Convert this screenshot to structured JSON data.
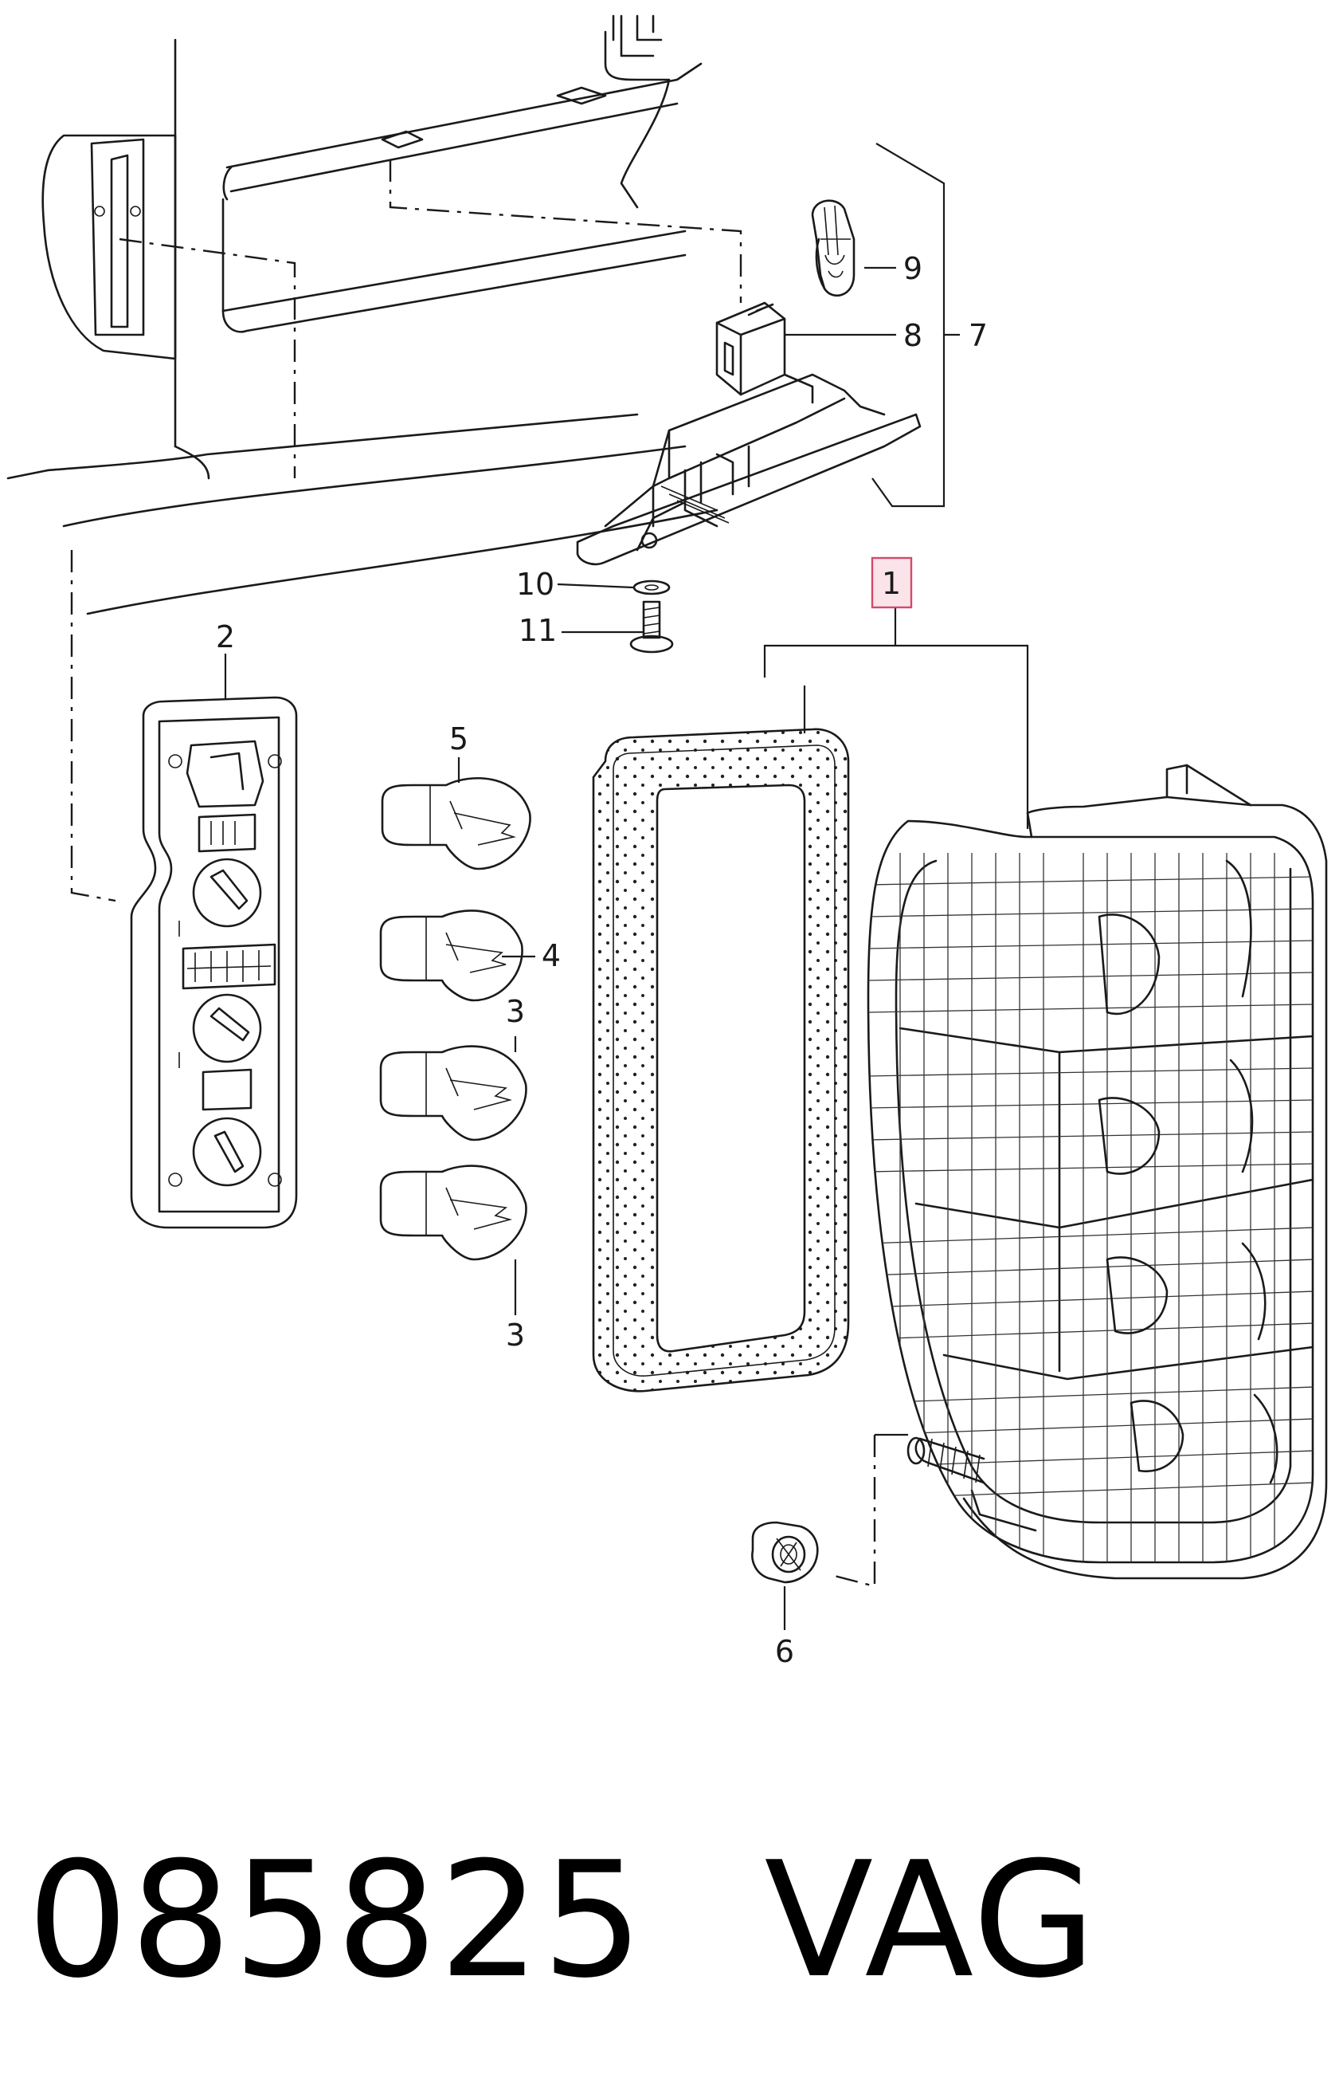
{
  "diagram": {
    "callouts": {
      "c1": "1",
      "c2": "2",
      "c3a": "3",
      "c3b": "3",
      "c4": "4",
      "c5": "5",
      "c6": "6",
      "c7": "7",
      "c8": "8",
      "c9": "9",
      "c10": "10",
      "c11": "11"
    },
    "highlighted_callout": "1",
    "highlight_color": "#d24a6a"
  },
  "footer": {
    "part_code": "085825",
    "brand": "VAG"
  }
}
